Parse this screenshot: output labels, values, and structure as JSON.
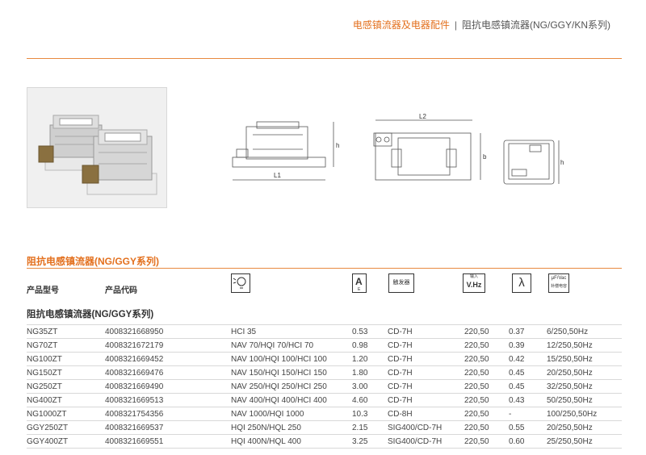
{
  "header": {
    "category": "电感镇流器及电器配件",
    "separator": "|",
    "subtitle": "阻抗电感镇流器(NG/GGY/KN系列)"
  },
  "diagrams": {
    "side_view": {
      "height_label": "h",
      "length_label": "L1"
    },
    "top_view": {
      "length_label": "L2",
      "width_label": "b"
    },
    "end_view": {
      "height_label": "h"
    }
  },
  "section": {
    "title": "阻抗电感镇流器(NG/GGY系列)",
    "group_title": "阻抗电感镇流器(NG/GGY系列)"
  },
  "columns": {
    "model": "产品型号",
    "code": "产品代码",
    "current_symbol": "A",
    "current_sub": "Ε",
    "igniter": "触发器",
    "input_top": "输入",
    "voltage": "V.Hz",
    "power_factor": "λ",
    "cap_top": "μF/Vac",
    "cap_bottom": "补偿电容"
  },
  "rows": [
    [
      "NG35ZT",
      "4008321668950",
      "HCI 35",
      "0.53",
      "CD-7H",
      "220,50",
      "0.37",
      "6/250,50Hz"
    ],
    [
      "NG70ZT",
      "4008321672179",
      "NAV 70/HQI 70/HCI 70",
      "0.98",
      "CD-7H",
      "220,50",
      "0.39",
      "12/250,50Hz"
    ],
    [
      "NG100ZT",
      "4008321669452",
      "NAV 100/HQI 100/HCI 100",
      "1.20",
      "CD-7H",
      "220,50",
      "0.42",
      "15/250,50Hz"
    ],
    [
      "NG150ZT",
      "4008321669476",
      "NAV 150/HQI 150/HCI 150",
      "1.80",
      "CD-7H",
      "220,50",
      "0.45",
      "20/250,50Hz"
    ],
    [
      "NG250ZT",
      "4008321669490",
      "NAV 250/HQI 250/HCI 250",
      "3.00",
      "CD-7H",
      "220,50",
      "0.45",
      "32/250,50Hz"
    ],
    [
      "NG400ZT",
      "4008321669513",
      "NAV 400/HQI 400/HCI 400",
      "4.60",
      "CD-7H",
      "220,50",
      "0.43",
      "50/250,50Hz"
    ],
    [
      "NG1000ZT",
      "4008321754356",
      "NAV 1000/HQI 1000",
      "10.3",
      "CD-8H",
      "220,50",
      "-",
      "100/250,50Hz"
    ],
    [
      "GGY250ZT",
      "4008321669537",
      "HQI 250N/HQL 250",
      "2.15",
      "SIG400/CD-7H",
      "220,50",
      "0.55",
      "20/250,50Hz"
    ],
    [
      "GGY400ZT",
      "4008321669551",
      "HQI 400N/HQL 400",
      "3.25",
      "SIG400/CD-7H",
      "220,50",
      "0.60",
      "25/250,50Hz"
    ]
  ],
  "colors": {
    "accent": "#e3701e",
    "text": "#333333",
    "rule": "#d8d8d8"
  },
  "icons": [
    "lamp-icon",
    "ampere-icon",
    "igniter-icon",
    "voltage-icon",
    "lambda-icon",
    "capacitor-icon"
  ]
}
